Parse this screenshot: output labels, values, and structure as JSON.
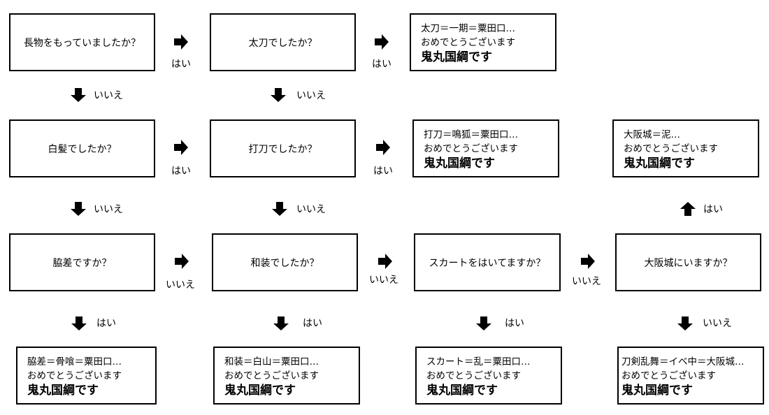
{
  "questions": {
    "q1": "長物をもっていましたか？",
    "q2": "太刀でしたか？",
    "q3": "白髪でしたか？",
    "q4": "打刀でしたか？",
    "q5": "脇差ですか？",
    "q6": "和装でしたか？",
    "q7": "スカートをはいてますか？",
    "q8": "大阪城にいますか？"
  },
  "results": {
    "r1": {
      "line1": "太刀＝一期＝粟田口…",
      "line2": "おめでとうございます",
      "line3": "鬼丸国綱です"
    },
    "r2": {
      "line1": "打刀＝鳴狐＝粟田口…",
      "line2": "おめでとうございます",
      "line3": "鬼丸国綱です"
    },
    "r3": {
      "line1": "大阪城＝泥…",
      "line2": "おめでとうございます",
      "line3": "鬼丸国綱です"
    },
    "r4": {
      "line1": "脇差＝骨喰＝粟田口…",
      "line2": "おめでとうございます",
      "line3": "鬼丸国綱です"
    },
    "r5": {
      "line1": "和装＝白山＝粟田口…",
      "line2": "おめでとうございます",
      "line3": "鬼丸国綱です"
    },
    "r6": {
      "line1": "スカート＝乱＝粟田口…",
      "line2": "おめでとうございます",
      "line3": "鬼丸国綱です"
    },
    "r7": {
      "line1": "刀剣乱舞＝イベ中＝大阪城…",
      "line2": "おめでとうございます",
      "line3": "鬼丸国綱です"
    }
  },
  "labels": {
    "yes": "はい",
    "no": "いいえ"
  },
  "icons": {
    "right": "arrow-right-icon",
    "down": "arrow-down-icon",
    "up": "arrow-up-icon"
  }
}
